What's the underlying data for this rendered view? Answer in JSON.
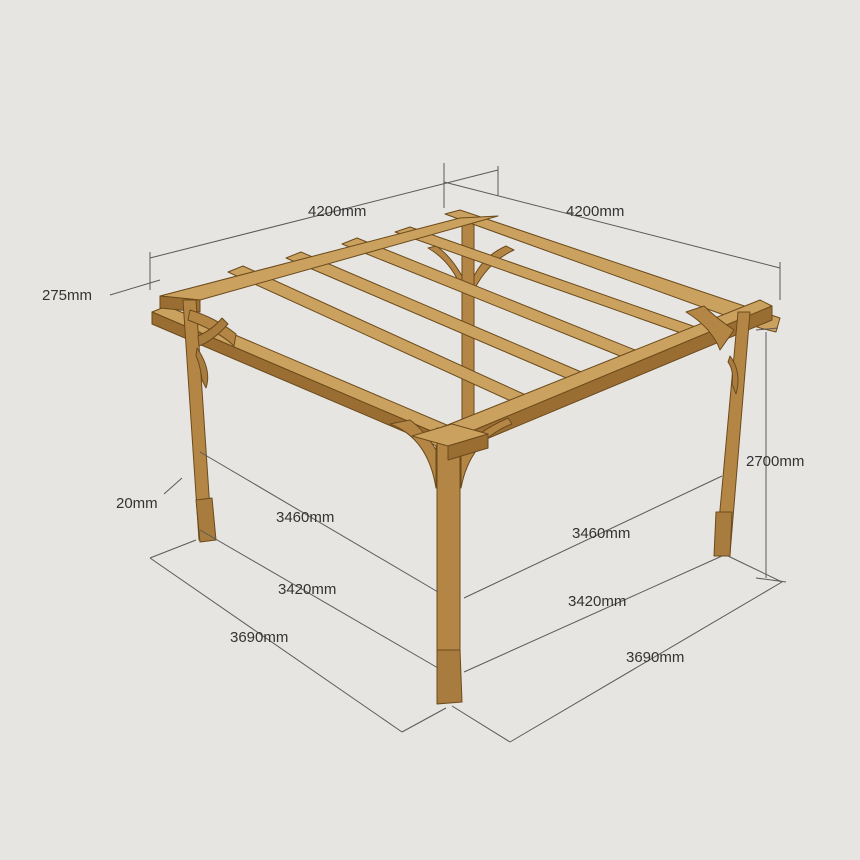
{
  "colors": {
    "background": "#e6e5e1",
    "timber_light": "#caa15e",
    "timber_mid": "#b48646",
    "timber_dark": "#9a6e33",
    "outline": "#6b4a1c",
    "dimension_line": "#5a5a5a",
    "label_text": "#333333"
  },
  "dimensions": {
    "top_width_left": "4200mm",
    "top_width_right": "4200mm",
    "beam_overhang": "275mm",
    "post_gap": "20mm",
    "inner_span_left": "3460mm",
    "inner_span_right": "3460mm",
    "post_span_left": "3420mm",
    "post_span_right": "3420mm",
    "outer_span_left": "3690mm",
    "outer_span_right": "3690mm",
    "height": "2700mm"
  }
}
